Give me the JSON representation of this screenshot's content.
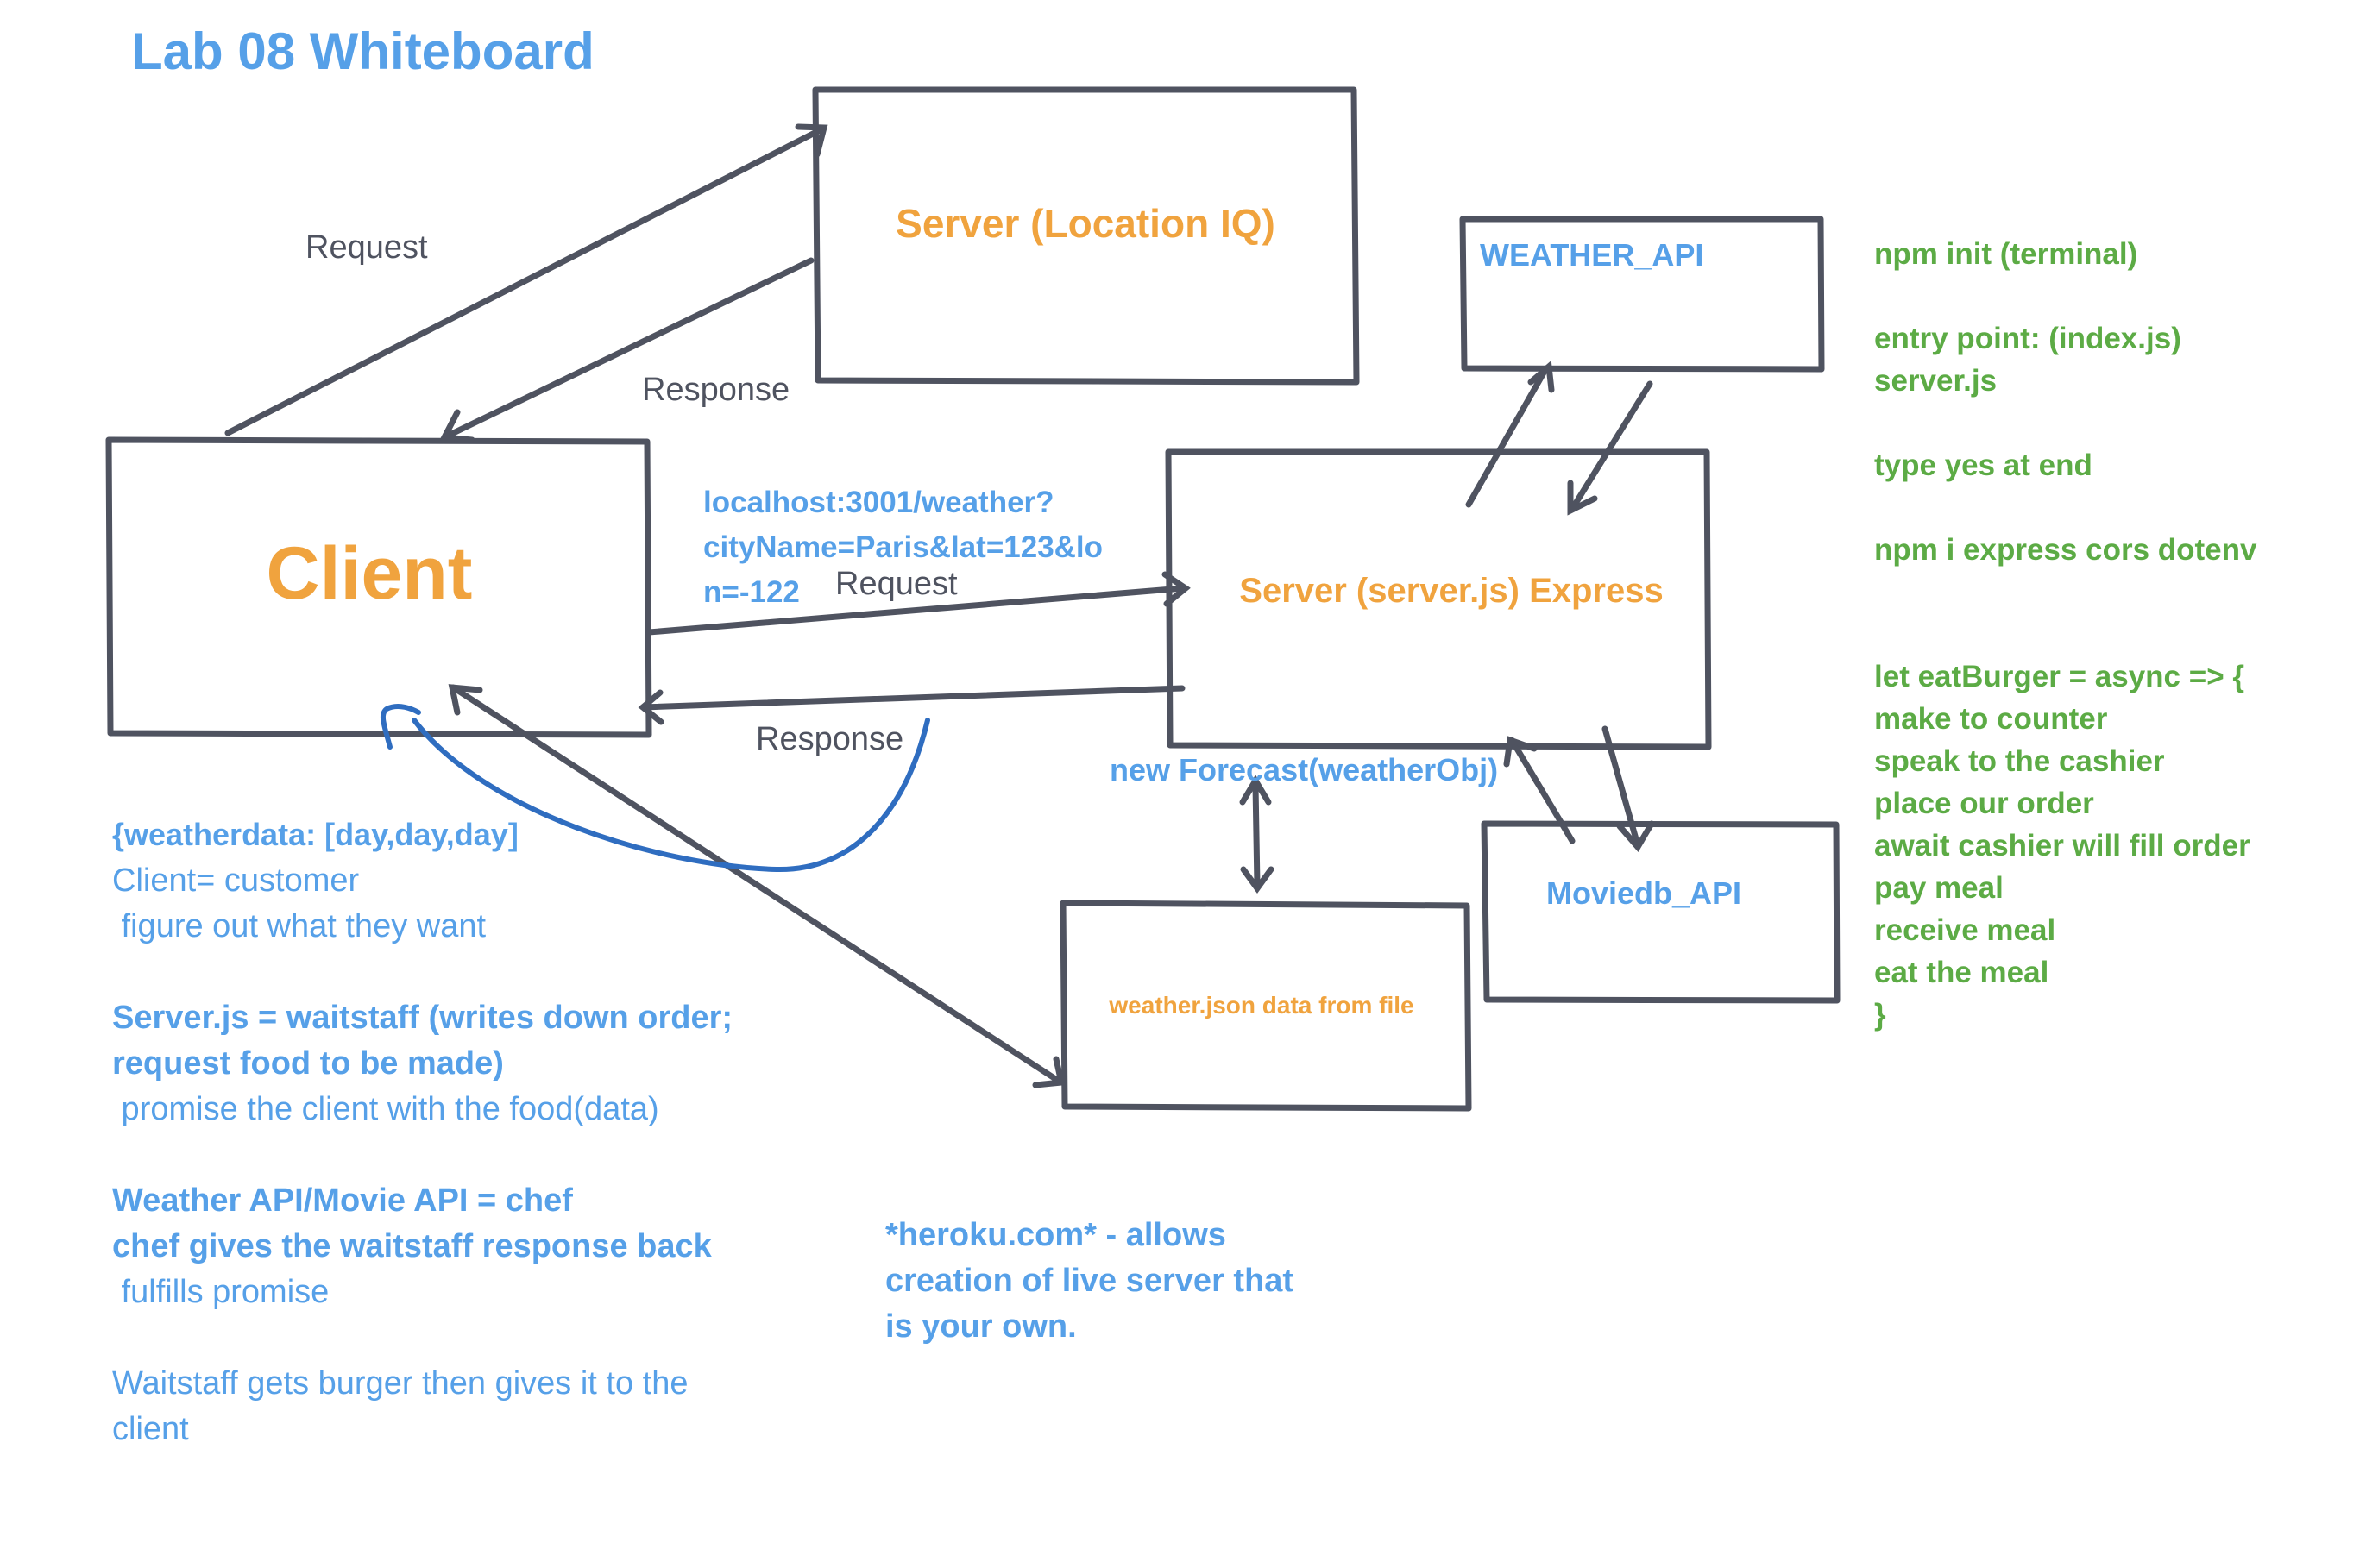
{
  "title": "Lab 08 Whiteboard",
  "boxes": {
    "client": "Client",
    "location_server": "Server (Location IQ)",
    "express_server": "Server (server.js) Express",
    "weather_api": "WEATHER_API",
    "moviedb_api": "Moviedb_API",
    "weather_json": "weather.json data from file"
  },
  "labels": {
    "request_top": "Request",
    "response_top": "Response",
    "url_lines": [
      "localhost:3001/weather?",
      "cityName=Paris&lat=123&lo",
      "n=-122"
    ],
    "request_mid": "Request",
    "response_mid": "Response",
    "new_forecast": "new Forecast(weatherObj)"
  },
  "left_notes": [
    {
      "text": "{weatherdata: [day,day,day]",
      "bold": true
    },
    {
      "text": "Client= customer",
      "bold": false
    },
    {
      "text": " figure out what they want",
      "bold": false
    },
    {
      "text": "",
      "bold": false
    },
    {
      "text": "Server.js = waitstaff (writes down order;",
      "bold": true
    },
    {
      "text": "request food to be made)",
      "bold": true
    },
    {
      "text": " promise the client with the food(data)",
      "bold": false
    },
    {
      "text": "",
      "bold": false
    },
    {
      "text": "Weather API/Movie API = chef",
      "bold": true
    },
    {
      "text": "chef gives the waitstaff response back",
      "bold": true
    },
    {
      "text": " fulfills promise",
      "bold": false
    },
    {
      "text": "",
      "bold": false
    },
    {
      "text": "Waitstaff gets burger then gives it to the",
      "bold": false
    },
    {
      "text": "client",
      "bold": false
    }
  ],
  "heroku_note": [
    "*heroku.com* - allows",
    "creation of live server that",
    "is your own."
  ],
  "right_notes": [
    "npm init (terminal)",
    "",
    "entry point: (index.js)",
    "server.js",
    "",
    "type yes at end",
    "",
    "npm i express cors dotenv",
    "",
    "",
    "let eatBurger = async => {",
    "make to counter",
    "speak to the cashier",
    "place our order",
    "await cashier will fill order",
    "pay meal",
    "receive meal",
    "eat the meal",
    "}"
  ],
  "colors": {
    "title": "#56a0e8",
    "orange": "#f0a33e",
    "blue": "#56a0e8",
    "green": "#5cab45",
    "stroke": "#4f5360",
    "curve": "#2f6dc0"
  }
}
